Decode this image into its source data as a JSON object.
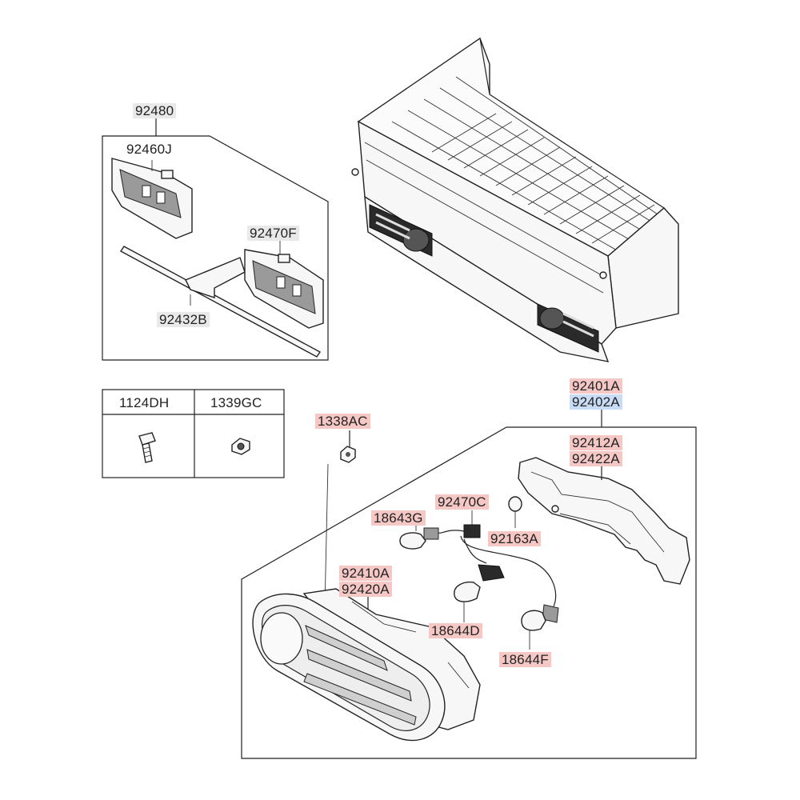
{
  "parts": {
    "p92480": "92480",
    "p92460J": "92460J",
    "p92470F": "92470F",
    "p92432B": "92432B",
    "p1124DH": "1124DH",
    "p1339GC": "1339GC",
    "p1338AC": "1338AC",
    "p92401A": "92401A",
    "p92402A": "92402A",
    "p92412A": "92412A",
    "p92422A": "92422A",
    "p92470C": "92470C",
    "p18643G": "18643G",
    "p92163A": "92163A",
    "p92410A": "92410A",
    "p92420A": "92420A",
    "p18644D": "18644D",
    "p18644F": "18644F"
  },
  "colors": {
    "highlight_red": "#f6c8c5",
    "highlight_blue": "#c8dcf6",
    "highlight_grey": "#e9e9e9",
    "line": "#222222"
  }
}
